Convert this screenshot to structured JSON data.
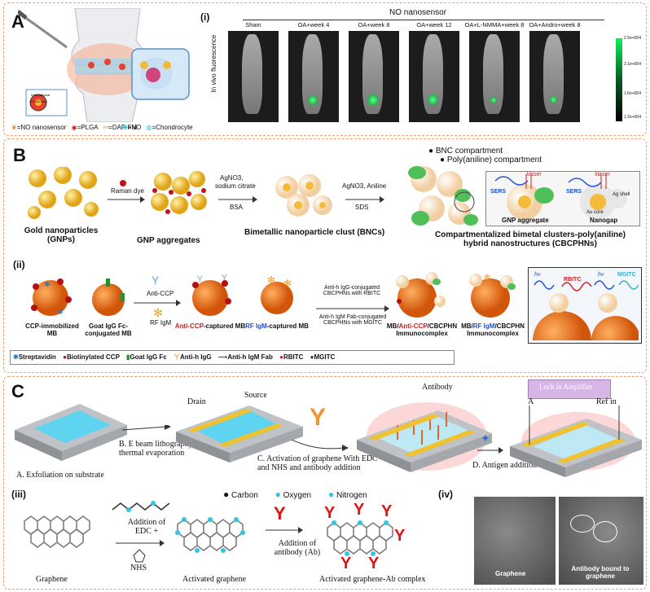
{
  "panelA": {
    "letter": "A",
    "sub": "(i)",
    "header": "NO nanosensor",
    "columns": [
      "Sham",
      "OA+week 4",
      "OA+week 8",
      "OA+week 12",
      "OA+L-NMMA+week 8",
      "OA+Andro+week 8"
    ],
    "row_label": "In vivo fluorescence",
    "colorbar": [
      "2.5e+004",
      "2.1e+004",
      "1.6e+004",
      "1.2e+004"
    ],
    "legend": [
      "=NO nanosensor",
      "=PLGA",
      "=DAF-FM",
      "=NO",
      "=Chondrocyte"
    ],
    "inset_labels": [
      "Intra-articular",
      "PLGA shell"
    ],
    "signal_strength": [
      0,
      0.55,
      0.75,
      0.7,
      0.2,
      0.3
    ]
  },
  "panelB": {
    "letter": "B",
    "sub": "(ii)",
    "steps": {
      "gnp_label": "Gold nanoparticles (GNPs)",
      "raman": "Raman dye",
      "agg_label": "GNP aggregates",
      "reagent1": [
        "AgNO3,",
        "sodium citrate",
        "BSA"
      ],
      "bnc_label": "Bimetallic nanoparticle clust (BNCs)",
      "reagent2": [
        "AgNO3, Aniline",
        "SDS"
      ],
      "cbc_label": "Compartmentalized bimetal clusters-poly(aniline) hybrid nanostructures (CBCPHNs)",
      "bnc_compartment": "BNC compartment",
      "poly_compartment": "Poly(aniline) compartment",
      "laser": "λlaser",
      "sers": "SERS",
      "ag_shell": "Ag shell",
      "au_core": "Au core",
      "gnp_aggregate": "GNP aggregate",
      "nanogap": "Nanogap"
    },
    "row2": {
      "ccp_mb": "CCP-immobilized MB",
      "goat_mb": "Goat IgG Fc-conjugated MB",
      "anti_ccp": "Anti-CCP",
      "rf_igm": "RF IgM",
      "anti_ccp_captured_red": "Anti-CCP",
      "anti_ccp_captured_rest": "-captured MB",
      "rf_captured_blue": "RF IgM",
      "rf_captured_rest": "-captured MB",
      "conj1": "Anti-h IgG-conjugated CBCPHNs with RBITC",
      "conj2": "Anti-h IgM Fab-conjugated CBCPHNs with MGITC",
      "complex1_pre": "MB/",
      "complex1_red": "Anti-CCP",
      "complex1_post": "/CBCPHN Immunocomplex",
      "complex2_pre": "MB/",
      "complex2_blue": "RF IgM",
      "complex2_post": "/CBCPHN Immunocomplex",
      "rbitc": "RBITC",
      "mgitc": "MGITC",
      "hv": "hv"
    },
    "legend": [
      "Streptavidin",
      "Biotinylated CCP",
      "Goat IgG Fc",
      "Anti-h IgG",
      "Anti-h IgM Fab",
      "RBITC",
      "MGITC"
    ]
  },
  "panelC": {
    "letter": "C",
    "steps": {
      "a": "A. Exfoliation on substrate",
      "b": "B. E beam lithography and thermal evaporation",
      "c": "C. Activation of graphene With EDC and NHS and antibody addition",
      "d": "D. Antigen addition",
      "drain": "Drain",
      "source": "Source",
      "antibody": "Antibody",
      "lockin": "Lock in Amplifier",
      "a_label": "A",
      "ref": "Ref in"
    },
    "sub3": "(iii)",
    "legend": [
      "Carbon",
      "Oxygen",
      "Nitrogen"
    ],
    "graphene": "Graphene",
    "edc": "Addition of EDC +",
    "nhs": "NHS",
    "activated": "Activated graphene",
    "ab_add": "Addition of antibody (Ab)",
    "complex": "Activated graphene-Ab complex",
    "sub4": "(iv)",
    "sem_graphene": "Graphene",
    "sem_ab": "Antibody bound to graphene"
  },
  "colors": {
    "border": "#f0a070",
    "gold": "#f4c23a",
    "red": "#d21c1c",
    "blue": "#1f4fd1",
    "green": "#3cb24a",
    "cyan": "#31c5e8"
  }
}
